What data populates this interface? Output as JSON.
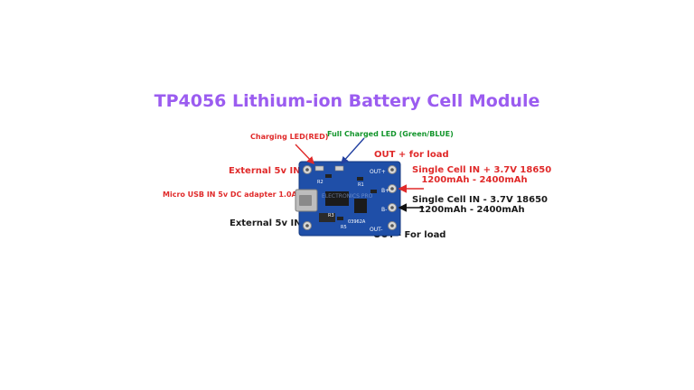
{
  "title": "TP4056 Lithium-ion Battery Cell Module",
  "labels": {
    "charging_led": "Charging LED(RED)",
    "full_charged_led": "Full Charged LED (Green/BLUE)",
    "out_plus": "OUT +  for load",
    "external_in_plus": "External 5v IN +",
    "cell_in_plus_line1": "Single Cell IN + 3.7V 18650",
    "cell_in_plus_line2": "1200mAh - 2400mAh",
    "micro_usb": "Micro USB IN 5v DC adapter 1.0A",
    "cell_in_minus_line1": "Single Cell IN - 3.7V 18650",
    "cell_in_minus_line2": "1200mAh - 2400mAh",
    "external_in_minus": "External 5v IN -",
    "out_minus": "OUT - For load"
  },
  "board": {
    "pad_out_plus": "OUT+",
    "pad_b_plus": "B+",
    "pad_b_minus": "B-",
    "pad_out_minus": "OUT-",
    "r1": "R1",
    "r2": "R2",
    "r3": "R3",
    "r5": "R5",
    "chip_code": "03962A",
    "watermark": "ELECTRONICS PRO"
  },
  "colors": {
    "title": "#9b5cf0",
    "red_label": "#e02a2a",
    "green_label": "#12952b",
    "pcb": "#1f4fa8"
  }
}
